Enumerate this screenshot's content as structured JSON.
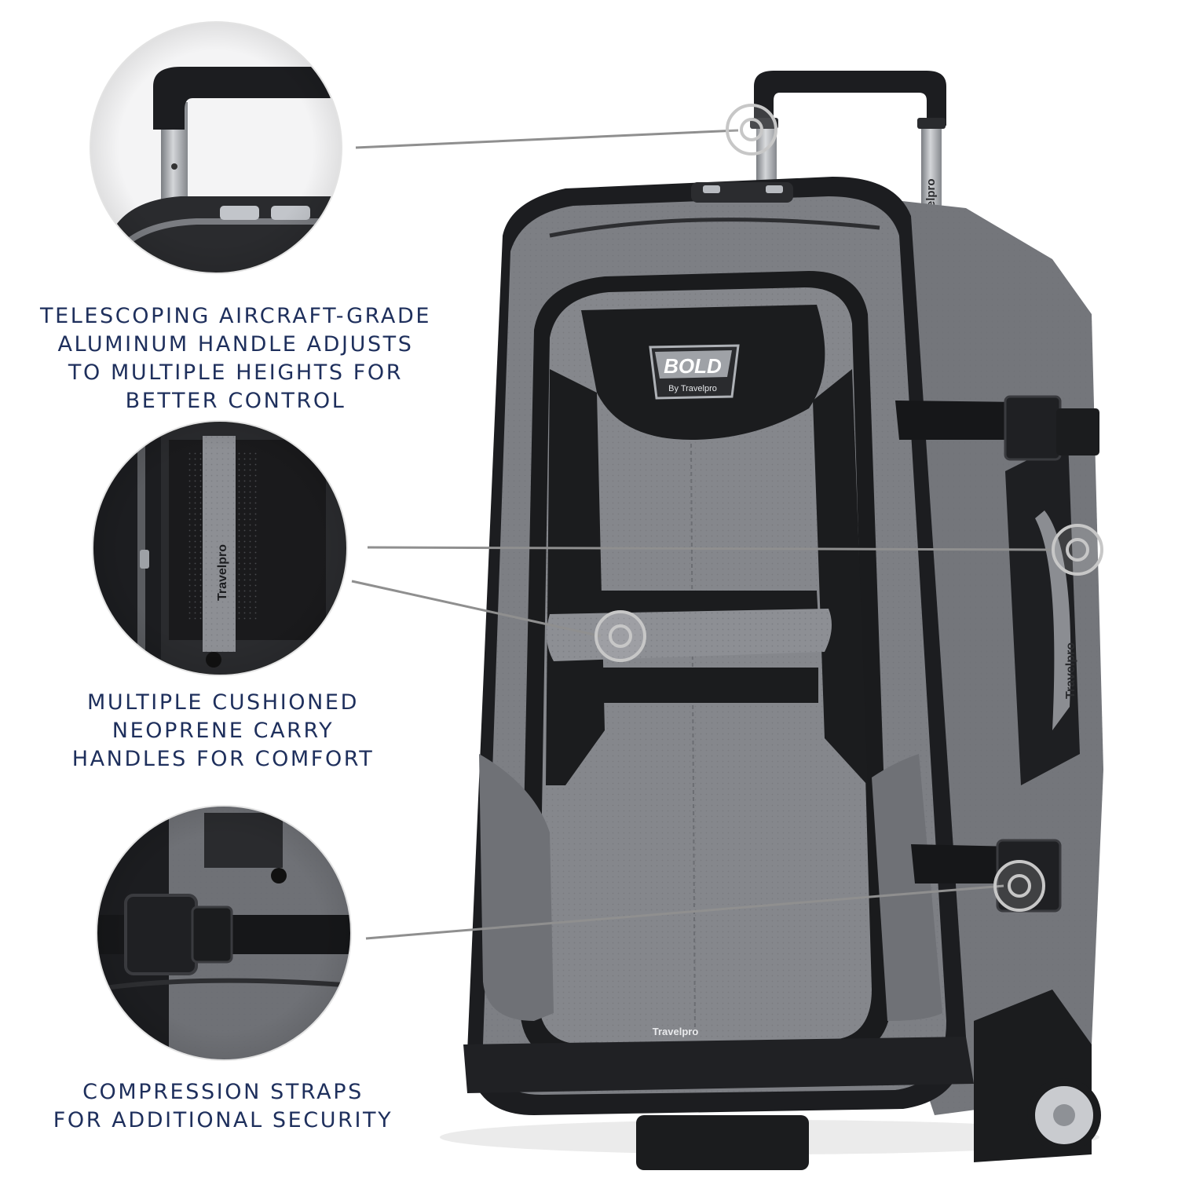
{
  "colors": {
    "caption_text": "#1e2f5c",
    "callout_line": "#8f8f8f",
    "bag_grey": "#7d7f84",
    "bag_black": "#1b1c1e",
    "handle_silver": "#a9acb1"
  },
  "product": {
    "brand_badge": "BOLD",
    "badge_sub": "By Travelpro",
    "brand_name": "Travelpro"
  },
  "features": [
    {
      "icon": "telescoping-handle-closeup",
      "caption_lines": [
        "TELESCOPING AIRCRAFT-GRADE",
        "ALUMINUM HANDLE ADJUSTS",
        "TO MULTIPLE HEIGHTS FOR",
        "BETTER CONTROL"
      ]
    },
    {
      "icon": "carry-handles-closeup",
      "caption_lines": [
        "MULTIPLE CUSHIONED",
        "NEOPRENE CARRY",
        "HANDLES FOR COMFORT"
      ]
    },
    {
      "icon": "compression-straps-closeup",
      "caption_lines": [
        "COMPRESSION STRAPS",
        "FOR ADDITIONAL SECURITY"
      ]
    }
  ]
}
